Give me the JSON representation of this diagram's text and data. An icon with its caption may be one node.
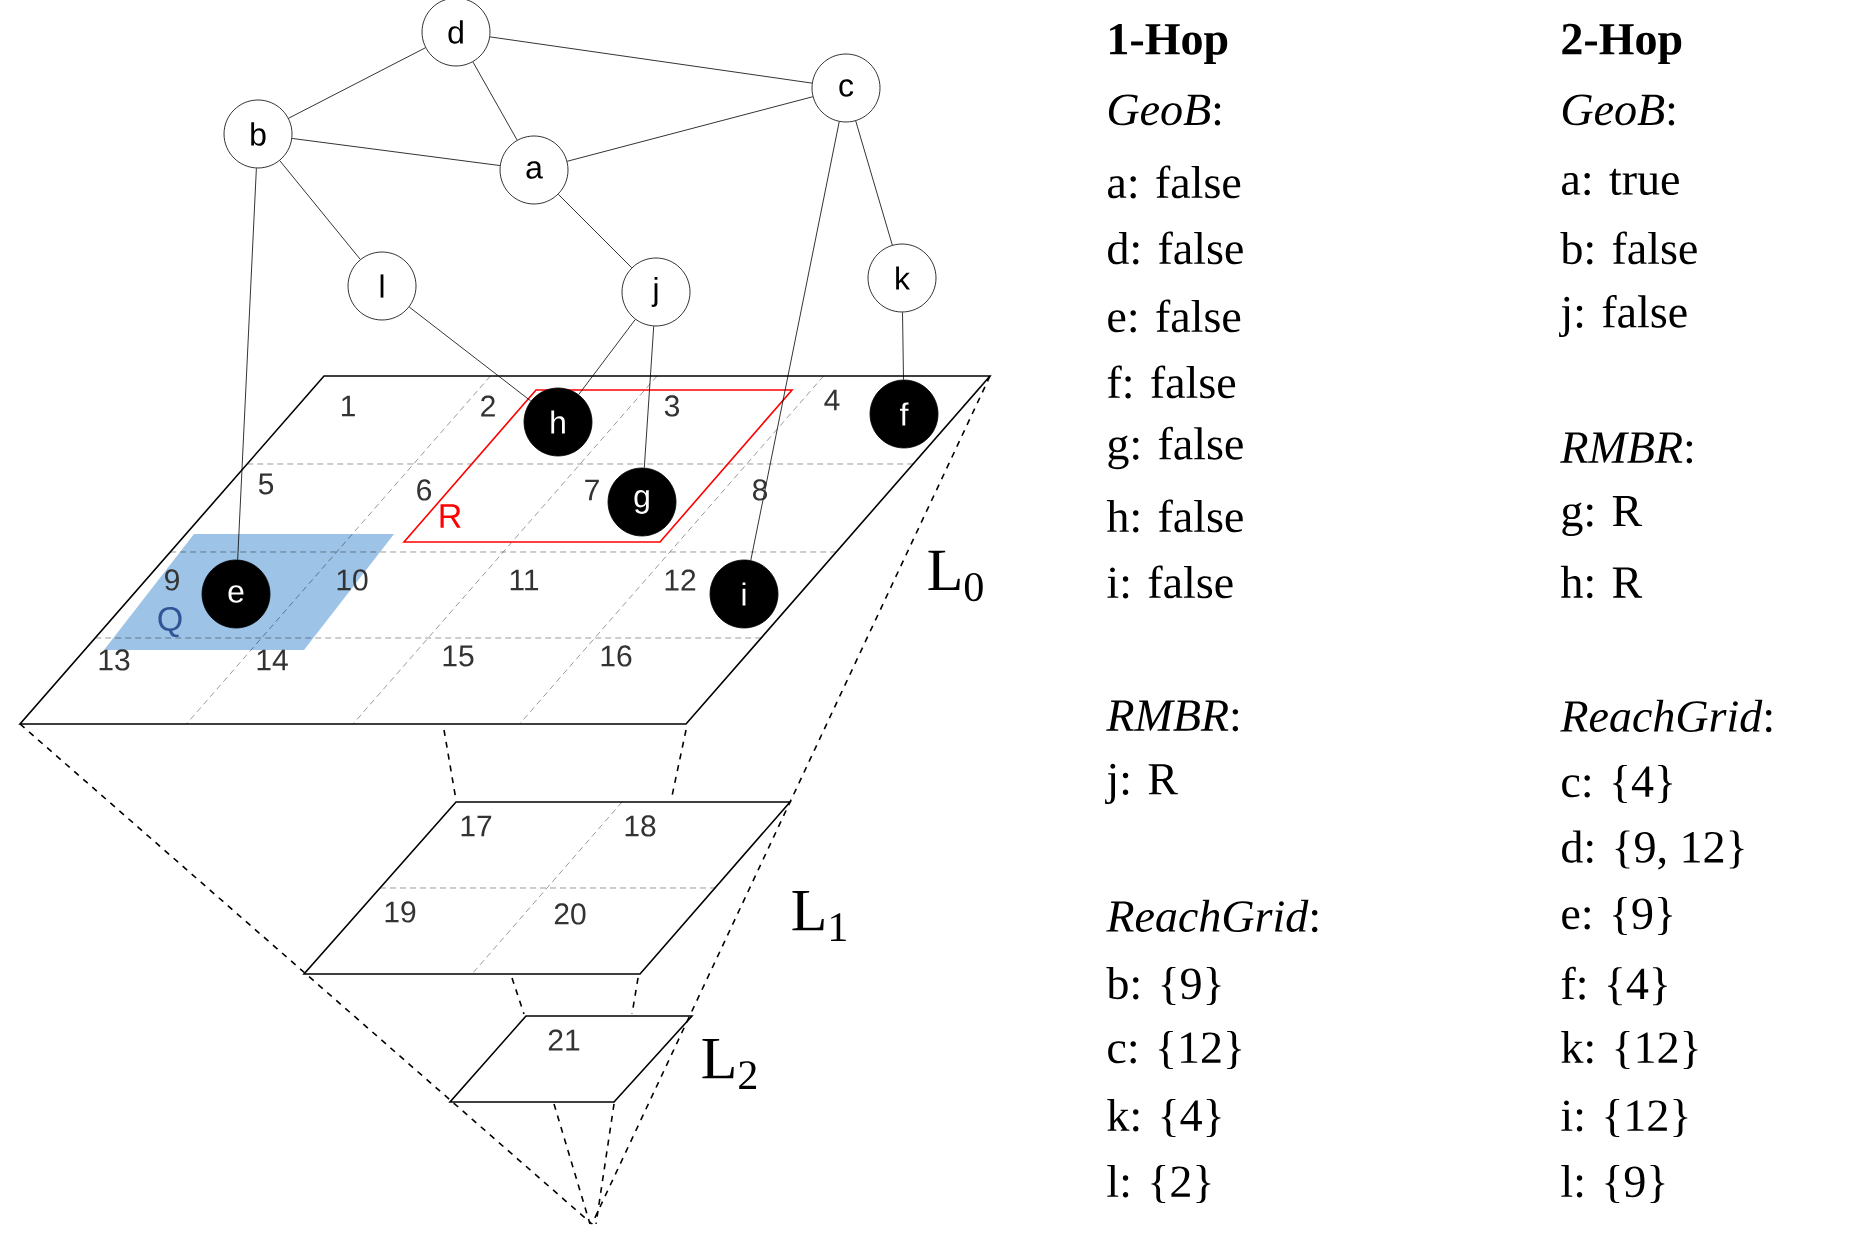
{
  "diagram": {
    "nodes": [
      {
        "text": [
          "d"
        ]
      },
      {
        "text": [
          "c"
        ]
      },
      {
        "text": [
          "b"
        ]
      },
      {
        "text": [
          "a"
        ]
      },
      {
        "text": [
          "l"
        ]
      },
      {
        "text": [
          "j"
        ]
      },
      {
        "text": [
          "k"
        ]
      },
      {
        "text": [
          "h"
        ]
      },
      {
        "text": [
          "f"
        ]
      },
      {
        "text": [
          "g"
        ]
      },
      {
        "text": [
          "e"
        ]
      },
      {
        "text": [
          "i"
        ]
      }
    ],
    "edges": [
      {
        "from": 0,
        "to": 2,
        "arrow": "none"
      },
      {
        "from": 0,
        "to": 3,
        "arrow": "none"
      },
      {
        "from": 0,
        "to": 1,
        "arrow": "none"
      },
      {
        "from": 2,
        "to": 3,
        "arrow": "none"
      },
      {
        "from": 3,
        "to": 1,
        "arrow": "none"
      },
      {
        "from": 2,
        "to": 4,
        "arrow": "none"
      },
      {
        "from": 3,
        "to": 5,
        "arrow": "none"
      },
      {
        "from": 1,
        "to": 6,
        "arrow": "none"
      },
      {
        "from": 2,
        "to": 10,
        "arrow": "none"
      },
      {
        "from": 4,
        "to": 7,
        "arrow": "none"
      },
      {
        "from": 5,
        "to": 7,
        "arrow": "none"
      },
      {
        "from": 5,
        "to": 9,
        "arrow": "none"
      },
      {
        "from": 1,
        "to": 11,
        "arrow": "none"
      },
      {
        "from": 6,
        "to": 8,
        "arrow": "none"
      }
    ],
    "labels": [
      "1",
      "2",
      "3",
      "4",
      "5",
      "6",
      "7",
      "8",
      "9",
      "10",
      "11",
      "12",
      "13",
      "14",
      "15",
      "16",
      "17",
      "18",
      "19",
      "20",
      "21",
      "R",
      "Q",
      "L$_{0}$",
      "L$_{1}$",
      "L$_{2}$",
      "1-Hop",
      "*GeoB*:",
      "a: false",
      "d: false",
      "e: false",
      "f: false",
      "g: false",
      "h: false",
      "i: false",
      "*RMBR*:",
      "j: R",
      "*ReachGrid*:",
      "b: {9}",
      "c: {12}",
      "k: {4}",
      "l: {2}",
      "2-Hop",
      "*GeoB*:",
      "a: true",
      "b: false",
      "j: false",
      "*RMBR*:",
      "g: R",
      "h: R",
      "*ReachGrid*:",
      "c: {4}",
      "d: {9, 12}",
      "e: {9}",
      "f: {4}",
      "k: {12}",
      "i: {12}",
      "l: {9}"
    ]
  }
}
